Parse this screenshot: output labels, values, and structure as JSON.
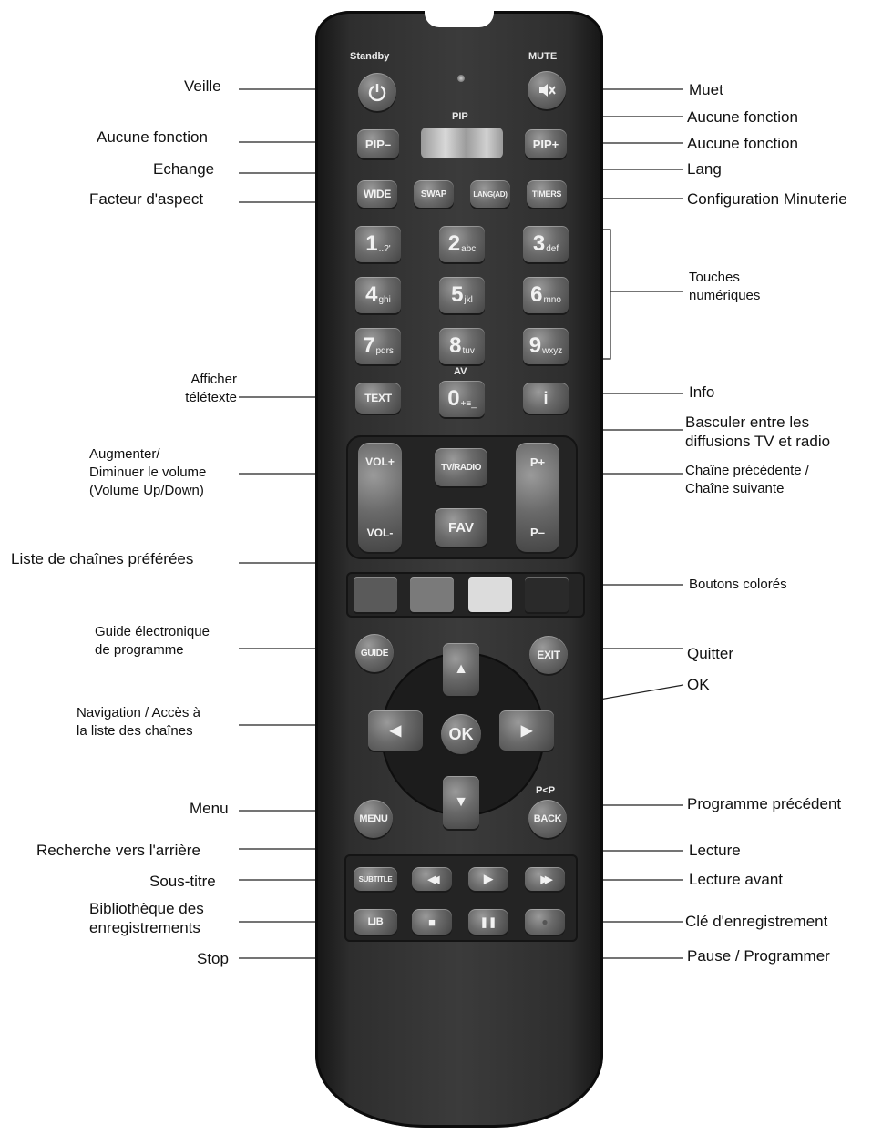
{
  "remote_buttons": {
    "standby_caption": "Standby",
    "mute_caption": "MUTE",
    "pip_caption": "PIP",
    "pip_minus": "PIP–",
    "pip_plus": "PIP+",
    "wide": "WIDE",
    "swap": "SWAP",
    "lang": "LANG(AD)",
    "timers": "TIMERS",
    "num1": "1",
    "num1_sub": "..?'",
    "num2": "2",
    "num2_sub": "abc",
    "num3": "3",
    "num3_sub": "def",
    "num4": "4",
    "num4_sub": "ghi",
    "num5": "5",
    "num5_sub": "jkl",
    "num6": "6",
    "num6_sub": "mno",
    "num7": "7",
    "num7_sub": "pqrs",
    "num8": "8",
    "num8_sub": "tuv",
    "num9": "9",
    "num9_sub": "wxyz",
    "num0": "0",
    "num0_sub": "+≡_",
    "av_caption": "AV",
    "text": "TEXT",
    "info": "i",
    "vol_plus": "VOL+",
    "vol_minus": "VOL-",
    "tv_radio": "TV/RADIO",
    "fav": "FAV",
    "p_plus": "P+",
    "p_minus": "P–",
    "guide": "GUIDE",
    "exit": "EXIT",
    "ok": "OK",
    "menu": "MENU",
    "back": "BACK",
    "pp_caption": "P<P",
    "subtitle": "SUBTITLE",
    "lib": "LIB",
    "up_arrow": "▲",
    "down_arrow": "▼",
    "left_arrow": "◀",
    "right_arrow": "▶",
    "rewind_glyph": "◀◀",
    "play_glyph": "▶",
    "ffwd_glyph": "▶▶",
    "stop_glyph": "■",
    "pause_glyph": "❚❚",
    "record_glyph": "●"
  },
  "colors": {
    "red": "#5a5a5a",
    "green": "#7a7a7a",
    "yellow": "#dcdcdc",
    "blue": "#2a2a2a"
  },
  "labels": {
    "veille": "Veille",
    "aucune_fonction_left": "Aucune fonction",
    "echange": "Echange",
    "facteur_aspect": "Facteur d'aspect",
    "afficher_teletexte_1": "Afficher",
    "afficher_teletexte_2": "télétexte",
    "volume_1": "Augmenter/",
    "volume_2": "Diminuer le volume",
    "volume_3": "(Volume Up/Down)",
    "liste_favoris": "Liste de chaînes préférées",
    "guide_1": "Guide électronique",
    "guide_2": "de programme",
    "navigation_1": "Navigation / Accès à",
    "navigation_2": "la liste des chaînes",
    "menu": "Menu",
    "recherche_arriere": "Recherche vers l'arrière",
    "sous_titre": "Sous-titre",
    "bibliotheque_1": "Bibliothèque des",
    "bibliotheque_2": "enregistrements",
    "stop": "Stop",
    "muet": "Muet",
    "aucune_fonction_right_1": "Aucune fonction",
    "aucune_fonction_right_2": "Aucune fonction",
    "lang": "Lang",
    "config_minuterie": "Configuration Minuterie",
    "touches_1": "Touches",
    "touches_2": "numériques",
    "info": "Info",
    "basculer_1": "Basculer entre les",
    "basculer_2": "diffusions TV et radio",
    "chaine_1": "Chaîne précédente /",
    "chaine_2": "Chaîne suivante",
    "boutons_colores": "Boutons colorés",
    "quitter": "Quitter",
    "ok": "OK",
    "programme_precedent": "Programme précédent",
    "lecture": "Lecture",
    "lecture_avant": "Lecture avant",
    "cle_enregistrement": "Clé d'enregistrement",
    "pause_programmer": "Pause / Programmer"
  }
}
